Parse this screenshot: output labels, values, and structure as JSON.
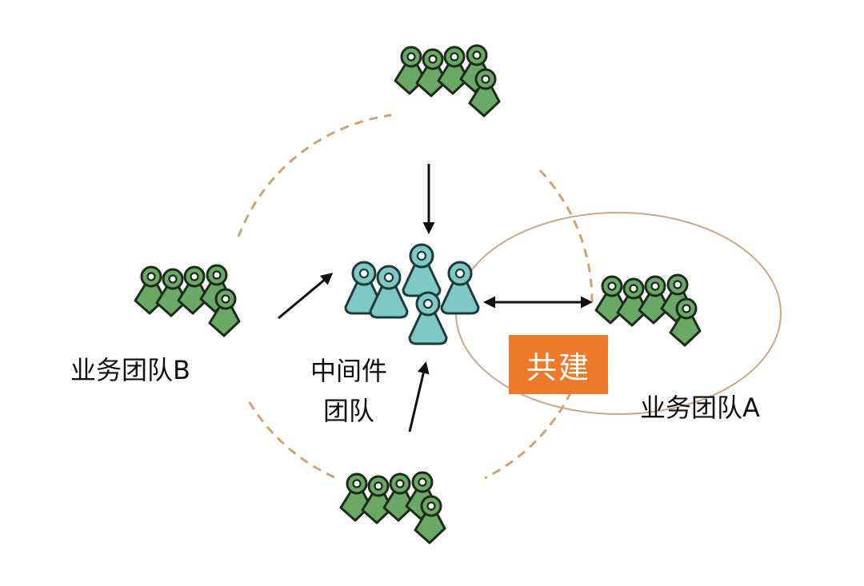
{
  "labels": {
    "team_b": "业务团队B",
    "team_a": "业务团队A",
    "middleware_line1": "中间件",
    "middleware_line2": "团队",
    "cobuild": "共建"
  },
  "colors": {
    "business_team": "#6aa865",
    "business_team_stroke": "#1e2a1c",
    "middleware_team": "#7ec8c6",
    "middleware_stroke": "#1f3a3a",
    "dashed_circle": "#d6a06f",
    "ellipse": "#c9a98a",
    "badge": "#ec7a2a",
    "arrow": "#111111"
  },
  "icons": {
    "business_group": "people-group-icon",
    "middleware_group": "people-group-icon"
  }
}
